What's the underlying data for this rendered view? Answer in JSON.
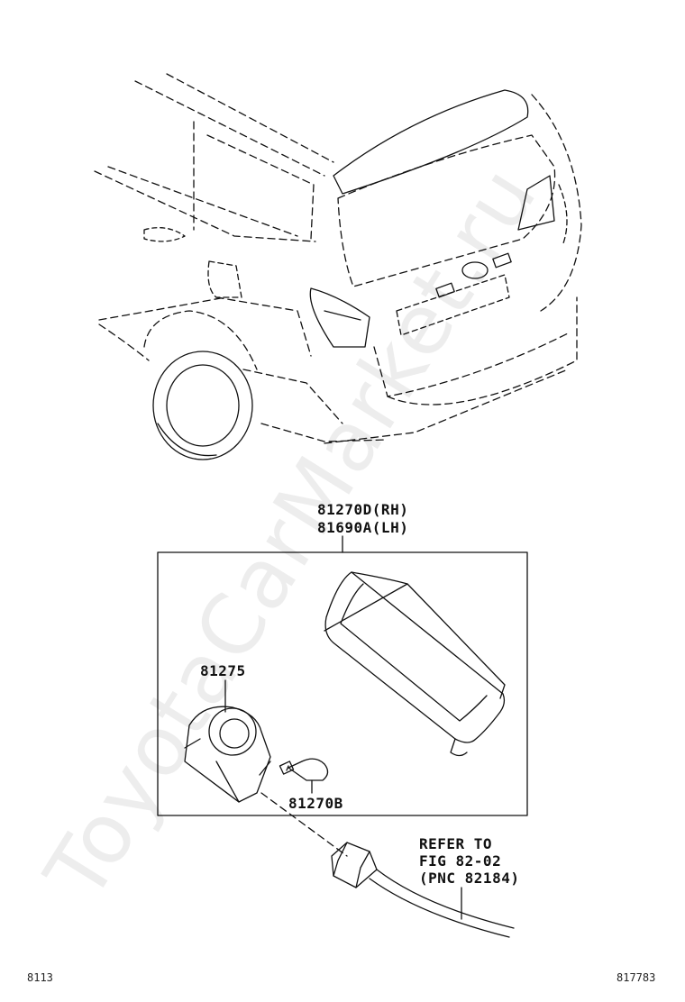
{
  "labels": {
    "housing_rh": "81270D(RH)",
    "housing_lh": "81690A(LH)",
    "socket": "81275",
    "bulb": "81270B",
    "refer_line1": "REFER TO",
    "refer_line2": "FIG 82-02",
    "refer_line3": "(PNC 82184)"
  },
  "footer": {
    "left_code": "8113",
    "right_code": "817783"
  },
  "watermark": "ToyotaCarMarket.ru"
}
